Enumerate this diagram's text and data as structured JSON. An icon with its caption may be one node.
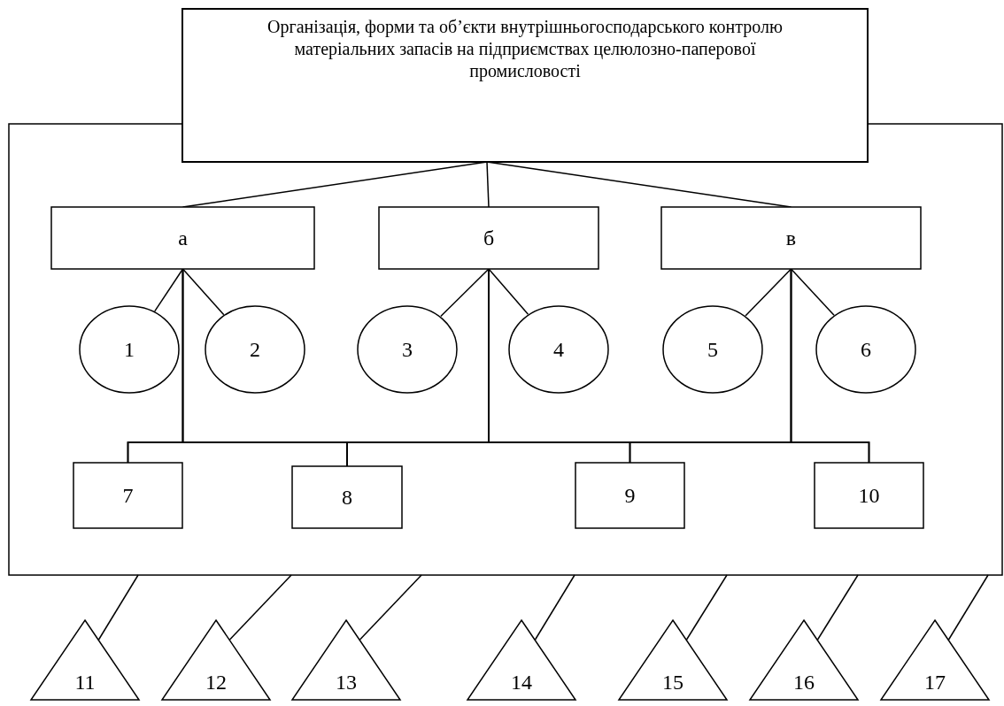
{
  "diagram": {
    "nodes": [
      {
        "text": [
          "Організація, форми та об’єкти внутрішньогосподарського контролю матеріальних запасів на підприємствах целюлозно-паперової промисловості"
        ]
      },
      {
        "text": [],
        "shape": "box"
      },
      {
        "text": [
          "а"
        ],
        "in": 1
      },
      {
        "text": [
          "б"
        ],
        "in": 1
      },
      {
        "text": [
          "в"
        ],
        "in": 1
      },
      {
        "text": [
          "1"
        ],
        "in": 1
      },
      {
        "text": [
          "2"
        ],
        "in": 1
      },
      {
        "text": [
          "3"
        ],
        "in": 1
      },
      {
        "text": [
          "4"
        ],
        "in": 1
      },
      {
        "text": [
          "5"
        ],
        "in": 1
      },
      {
        "text": [
          "6"
        ],
        "in": 1
      },
      {
        "text": [
          "7"
        ],
        "in": 1
      },
      {
        "text": [
          "8"
        ],
        "in": 1
      },
      {
        "text": [
          "9"
        ],
        "in": 1
      },
      {
        "text": [
          "10"
        ],
        "in": 1
      },
      {
        "text": [
          "11"
        ]
      },
      {
        "text": [
          "12"
        ]
      },
      {
        "text": [
          "13"
        ]
      },
      {
        "text": [
          "14"
        ]
      },
      {
        "text": [
          "15"
        ]
      },
      {
        "text": [
          "16"
        ]
      },
      {
        "text": [
          "17"
        ]
      }
    ],
    "edges": [
      {
        "from": 0,
        "to": 2,
        "arrow": "none"
      },
      {
        "from": 0,
        "to": 3,
        "arrow": "none"
      },
      {
        "from": 0,
        "to": 4,
        "arrow": "none"
      },
      {
        "from": 2,
        "to": 5,
        "arrow": "none"
      },
      {
        "from": 2,
        "to": 6,
        "arrow": "none"
      },
      {
        "from": 3,
        "to": 7,
        "arrow": "none"
      },
      {
        "from": 3,
        "to": 8,
        "arrow": "none"
      },
      {
        "from": 4,
        "to": 9,
        "arrow": "none"
      },
      {
        "from": 4,
        "to": 10,
        "arrow": "none"
      },
      {
        "from": 2,
        "to": 11,
        "arrow": "none"
      },
      {
        "from": 2,
        "to": 12,
        "arrow": "none"
      },
      {
        "from": 2,
        "to": 13,
        "arrow": "none"
      },
      {
        "from": 2,
        "to": 14,
        "arrow": "none"
      },
      {
        "from": 3,
        "to": 11,
        "arrow": "none"
      },
      {
        "from": 3,
        "to": 12,
        "arrow": "none"
      },
      {
        "from": 3,
        "to": 13,
        "arrow": "none"
      },
      {
        "from": 3,
        "to": 14,
        "arrow": "none"
      },
      {
        "from": 4,
        "to": 11,
        "arrow": "none"
      },
      {
        "from": 4,
        "to": 12,
        "arrow": "none"
      },
      {
        "from": 4,
        "to": 13,
        "arrow": "none"
      },
      {
        "from": 4,
        "to": 14,
        "arrow": "none"
      },
      {
        "from": 1,
        "to": 15,
        "arrow": "none"
      },
      {
        "from": 1,
        "to": 16,
        "arrow": "none"
      },
      {
        "from": 1,
        "to": 17,
        "arrow": "none"
      },
      {
        "from": 1,
        "to": 18,
        "arrow": "none"
      },
      {
        "from": 1,
        "to": 19,
        "arrow": "none"
      },
      {
        "from": 1,
        "to": 20,
        "arrow": "none"
      },
      {
        "from": 1,
        "to": 21,
        "arrow": "none"
      }
    ]
  }
}
